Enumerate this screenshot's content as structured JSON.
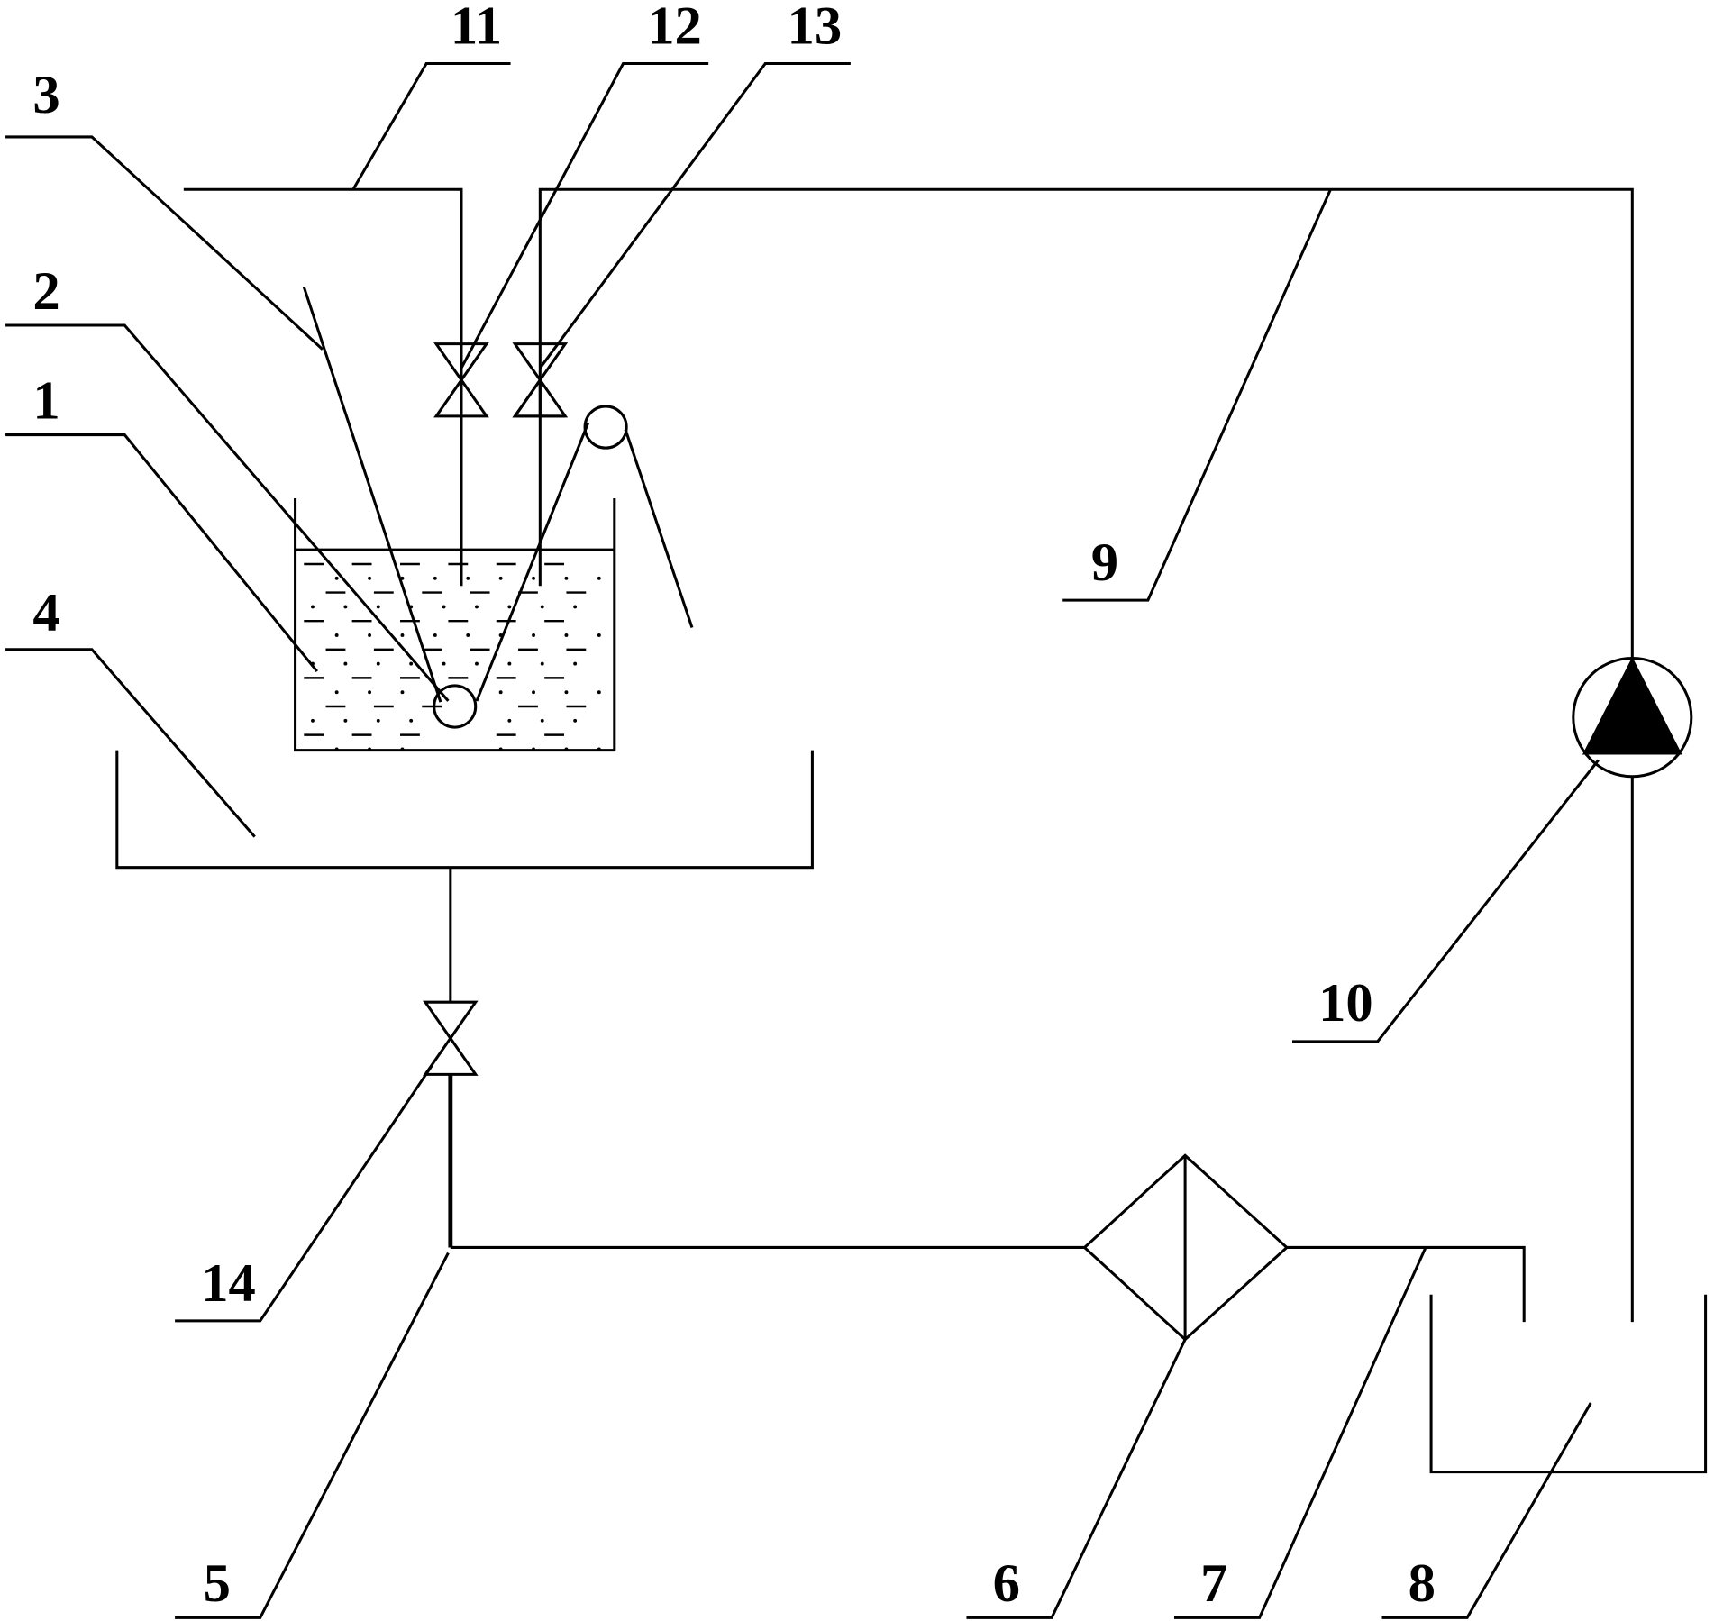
{
  "diagram": {
    "labels": [
      {
        "id": "1",
        "text": "1"
      },
      {
        "id": "2",
        "text": "2"
      },
      {
        "id": "3",
        "text": "3"
      },
      {
        "id": "4",
        "text": "4"
      },
      {
        "id": "5",
        "text": "5"
      },
      {
        "id": "6",
        "text": "6"
      },
      {
        "id": "7",
        "text": "7"
      },
      {
        "id": "8",
        "text": "8"
      },
      {
        "id": "9",
        "text": "9"
      },
      {
        "id": "10",
        "text": "10"
      },
      {
        "id": "11",
        "text": "11"
      },
      {
        "id": "12",
        "text": "12"
      },
      {
        "id": "13",
        "text": "13"
      },
      {
        "id": "14",
        "text": "14"
      }
    ]
  }
}
